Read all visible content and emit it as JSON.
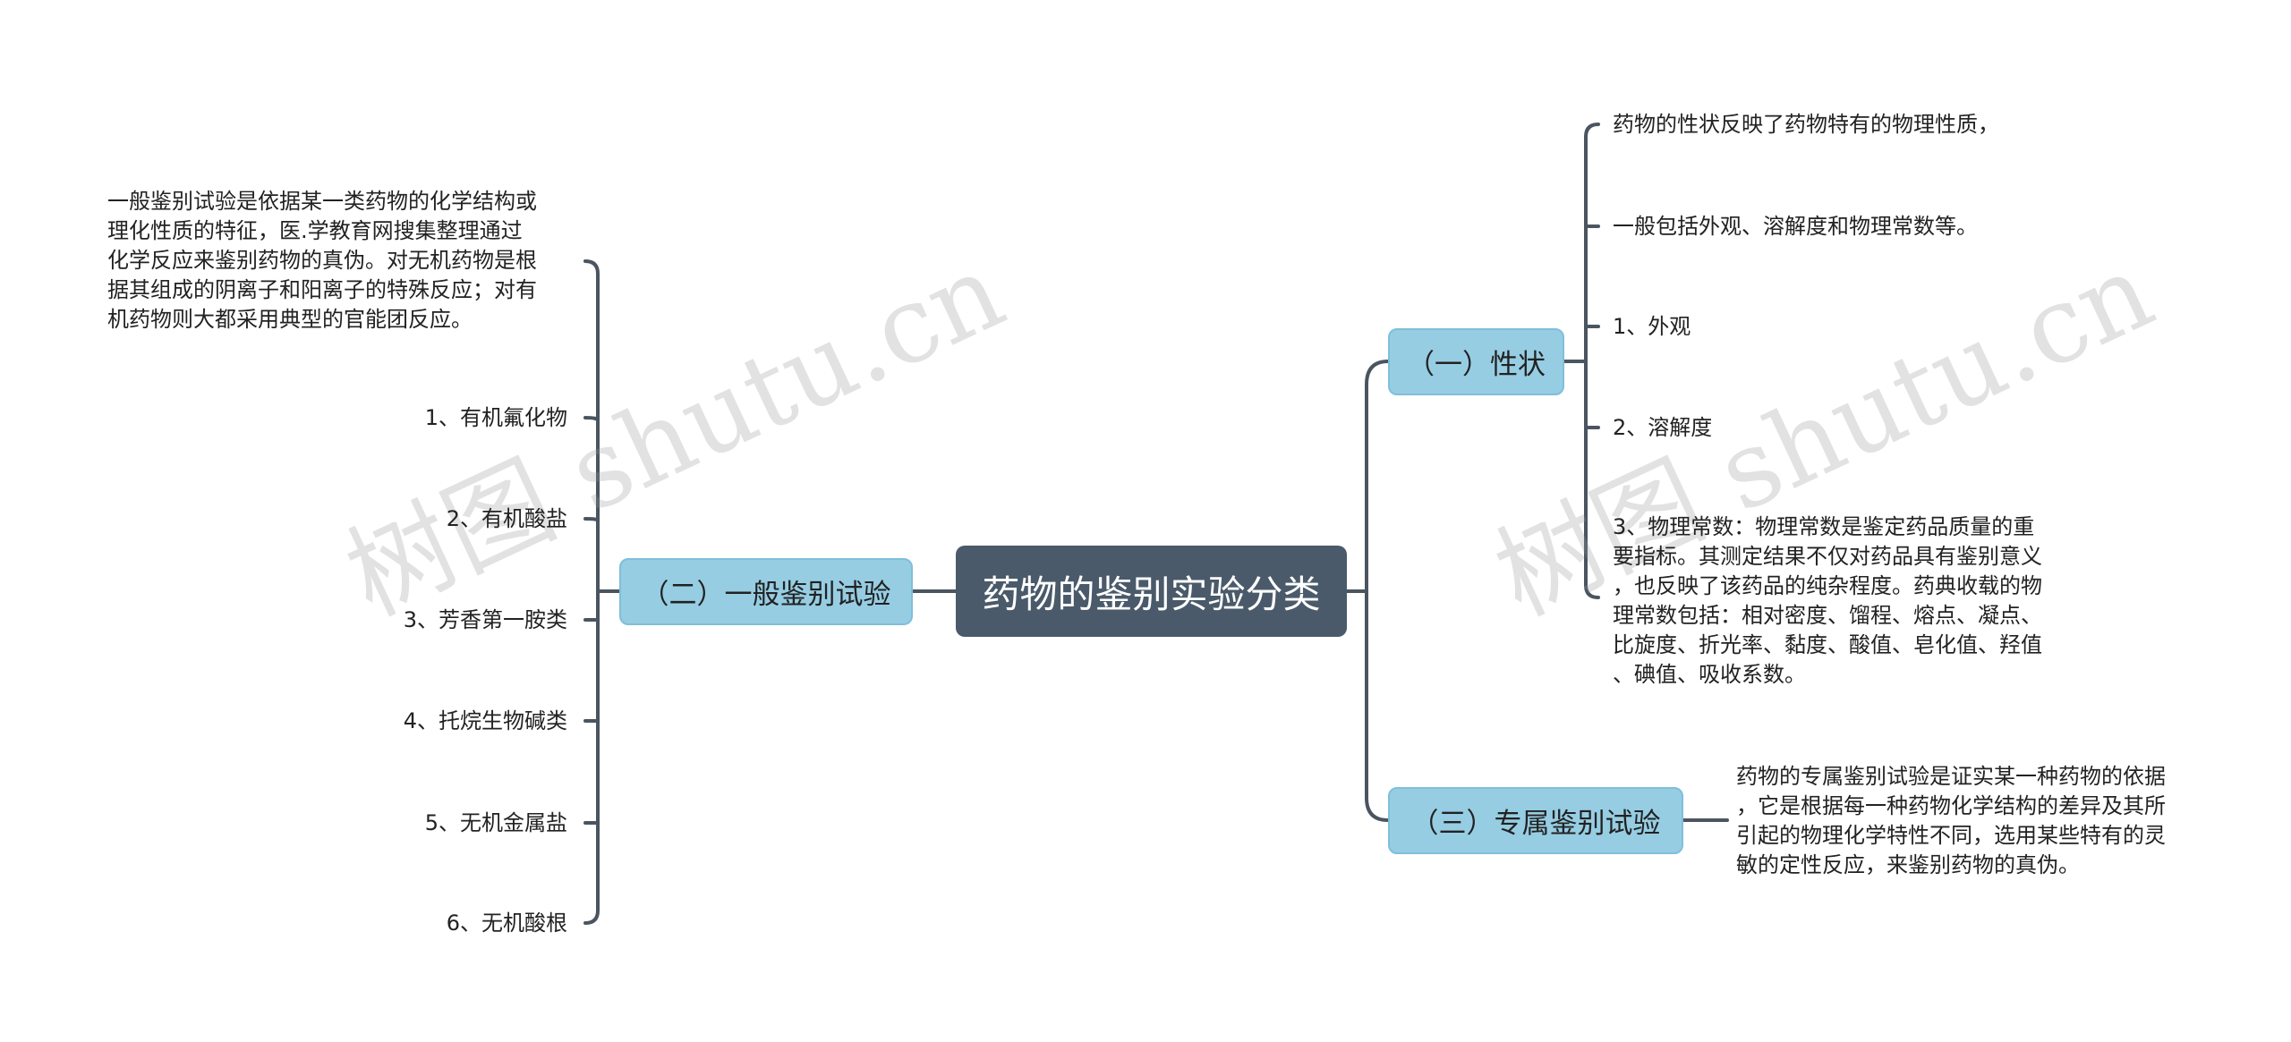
{
  "root": {
    "label": "药物的鉴别实验分类"
  },
  "branches": {
    "xingzhuang": {
      "label": "（一）性状",
      "items": [
        "药物的性状反映了药物特有的物理性质，",
        "一般包括外观、溶解度和物理常数等。",
        "1、外观",
        "2、溶解度"
      ],
      "item5_lines": [
        "3、物理常数：物理常数是鉴定药品质量的重",
        "要指标。其测定结果不仅对药品具有鉴别意义",
        "，也反映了该药品的纯杂程度。药典收载的物",
        "理常数包括：相对密度、馏程、熔点、凝点、",
        "比旋度、折光率、黏度、酸值、皂化值、羟值",
        "、碘值、吸收系数。"
      ]
    },
    "yiban": {
      "label": "（二）一般鉴别试验",
      "intro_lines": [
        "一般鉴别试验是依据某一类药物的化学结构或",
        "理化性质的特征，医.学教育网搜集整理通过",
        "化学反应来鉴别药物的真伪。对无机药物是根",
        "据其组成的阴离子和阳离子的特殊反应；对有",
        "机药物则大都采用典型的官能团反应。"
      ],
      "items": [
        "1、有机氟化物",
        "2、有机酸盐",
        "3、芳香第一胺类",
        "4、托烷生物碱类",
        "5、无机金属盐",
        "6、无机酸根"
      ]
    },
    "zhuanshu": {
      "label": "（三）专属鉴别试验",
      "desc_lines": [
        "药物的专属鉴别试验是证实某一种药物的依据",
        "，它是根据每一种药物化学结构的差异及其所",
        "引起的物理化学特性不同，选用某些特有的灵",
        "敏的定性反应，来鉴别药物的真伪。"
      ]
    }
  },
  "watermarks": [
    "树图 shutu.cn",
    "树图 shutu.cn"
  ],
  "colors": {
    "root_fill": "#4a5a6a",
    "branch_fill": "#96cde3",
    "connector": "#4a5560"
  }
}
